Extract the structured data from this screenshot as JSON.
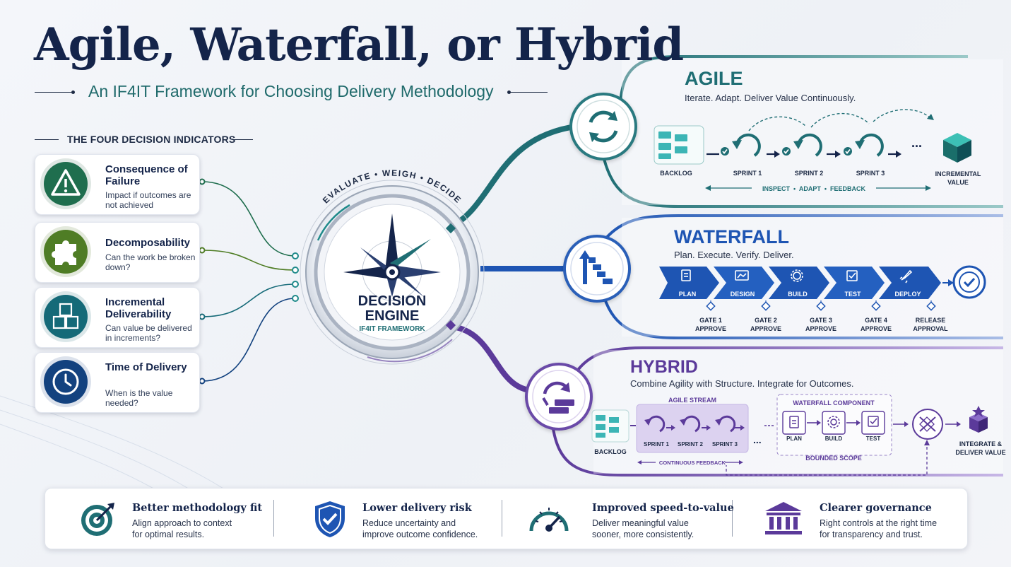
{
  "header": {
    "title": "Agile, Waterfall, or Hybrid",
    "subtitle": "An IF4IT Framework for Choosing Delivery Methodology"
  },
  "indicators": {
    "heading": "THE FOUR DECISION INDICATORS",
    "items": [
      {
        "title": "Consequence of Failure",
        "desc": "Impact if outcomes are not achieved",
        "icon": "warning-icon",
        "color": "#1f6e4e"
      },
      {
        "title": "Decomposability",
        "desc": "Can the work be broken down?",
        "icon": "puzzle-icon",
        "color": "#4f7d25"
      },
      {
        "title": "Incremental Deliverability",
        "desc": "Can value be delivered in increments?",
        "icon": "cubes-icon",
        "color": "#156a78"
      },
      {
        "title": "Time of Delivery",
        "desc": "When is the value needed?",
        "icon": "clock-icon",
        "color": "#13427f"
      }
    ]
  },
  "engine": {
    "arc_text": "EVALUATE • WEIGH • DECIDE",
    "title_line1": "DECISION",
    "title_line2": "ENGINE",
    "subtitle": "IF4IT FRAMEWORK"
  },
  "agile": {
    "title": "AGILE",
    "tagline": "Iterate. Adapt. Deliver Value Continuously.",
    "backlog": "BACKLOG",
    "sprints": [
      "SPRINT 1",
      "SPRINT 2",
      "SPRINT 3"
    ],
    "ellipsis": "...",
    "result": "INCREMENTAL VALUE",
    "loop_label": "INSPECT  •  ADAPT  •  FEEDBACK",
    "color": "#1f6e74"
  },
  "waterfall": {
    "title": "WATERFALL",
    "tagline": "Plan. Execute. Verify. Deliver.",
    "phases": [
      "PLAN",
      "DESIGN",
      "BUILD",
      "TEST",
      "DEPLOY"
    ],
    "gates": [
      "GATE 1 APPROVE",
      "GATE 2 APPROVE",
      "GATE 3 APPROVE",
      "GATE 4 APPROVE",
      "RELEASE APPROVAL"
    ],
    "color": "#1e55b3"
  },
  "hybrid": {
    "title": "HYBRID",
    "tagline": "Combine Agility with Structure. Integrate for Outcomes.",
    "backlog": "BACKLOG",
    "agile_stream": "AGILE STREAM",
    "sprints": [
      "SPRINT 1",
      "SPRINT 2",
      "SPRINT 3"
    ],
    "ellipsis": "...",
    "feedback": "CONTINUOUS FEEDBACK",
    "waterfall_component": "WATERFALL COMPONENT",
    "wf_steps": [
      "PLAN",
      "BUILD",
      "TEST"
    ],
    "bounded": "BOUNDED SCOPE",
    "result": "INTEGRATE & DELIVER VALUE",
    "color": "#5b3a9a"
  },
  "benefits": [
    {
      "title": "Better methodology fit",
      "line1": "Align approach to context",
      "line2": "for optimal results.",
      "icon": "target-icon"
    },
    {
      "title": "Lower delivery risk",
      "line1": "Reduce uncertainty and",
      "line2": "improve outcome confidence.",
      "icon": "shield-check-icon"
    },
    {
      "title": "Improved speed-to-value",
      "line1": "Deliver meaningful value",
      "line2": "sooner, more consistently.",
      "icon": "speedometer-icon"
    },
    {
      "title": "Clearer governance",
      "line1": "Right controls at the right time",
      "line2": "for transparency and trust.",
      "icon": "institution-icon"
    }
  ]
}
